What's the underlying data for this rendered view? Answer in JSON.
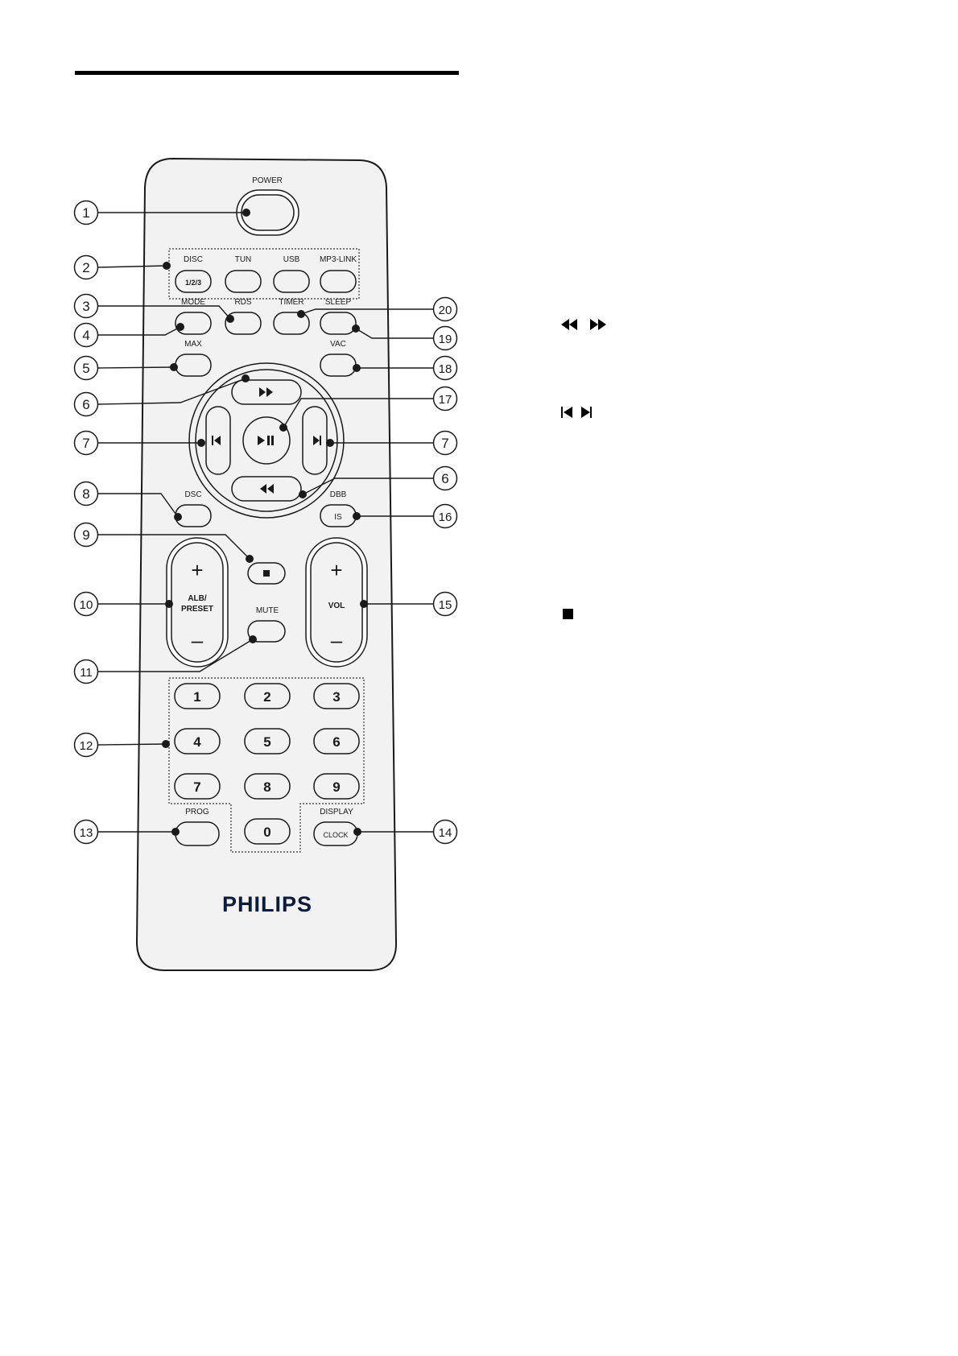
{
  "brand": "PHILIPS",
  "labels": {
    "power": "POWER",
    "disc": "DISC",
    "tun": "TUN",
    "usb": "USB",
    "mp3link": "MP3-LINK",
    "mode": "MODE",
    "rds": "RDS",
    "timer": "TIMER",
    "sleep": "SLEEP",
    "max": "MAX",
    "vac": "VAC",
    "dsc": "DSC",
    "dbb": "DBB",
    "mute": "MUTE",
    "prog": "PROG",
    "display": "DISPLAY"
  },
  "buttons": {
    "disc_123": "1/2/3",
    "is": "IS",
    "clock": "CLOCK",
    "alb_line1": "ALB/",
    "alb_line2": "PRESET",
    "vol": "VOL",
    "plus": "+",
    "minus": "–"
  },
  "keypad": [
    "1",
    "2",
    "3",
    "4",
    "5",
    "6",
    "7",
    "8",
    "9",
    "0"
  ],
  "callouts": {
    "c1": "1",
    "c2": "2",
    "c3": "3",
    "c4": "4",
    "c5": "5",
    "c6": "6",
    "c7": "7",
    "c8": "8",
    "c9": "9",
    "c10": "10",
    "c11": "11",
    "c12": "12",
    "c13": "13",
    "c14": "14",
    "c15": "15",
    "c16": "16",
    "c17": "17",
    "c18": "18",
    "c19": "19",
    "c20": "20"
  },
  "icons": {
    "fwd": "fast-forward-icon",
    "rew": "rewind-icon",
    "prev": "previous-icon",
    "next": "next-icon",
    "playpause": "play-pause-icon",
    "stop": "stop-icon"
  }
}
